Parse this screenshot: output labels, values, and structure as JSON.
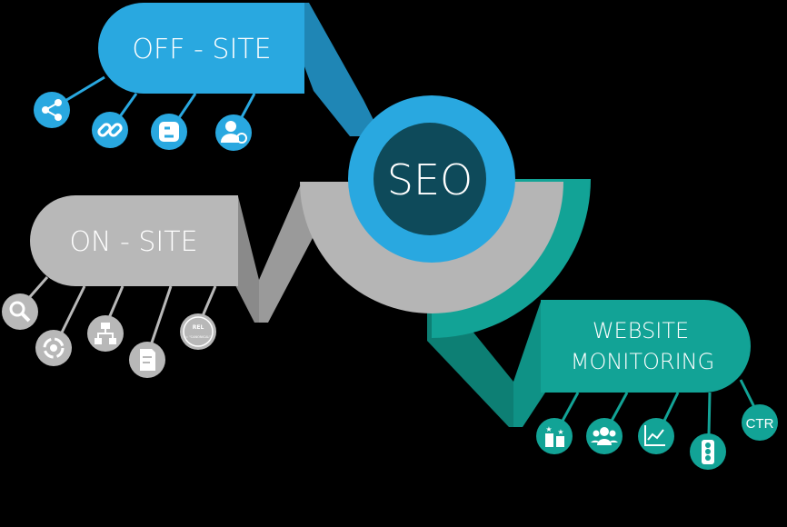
{
  "center": {
    "label": "SEO"
  },
  "off_site": {
    "label": "OFF - SITE",
    "icons": [
      "share-icon",
      "link-icon",
      "blogger-icon",
      "user-link-icon"
    ]
  },
  "on_site": {
    "label": "ON - SITE",
    "icons": [
      "search-icon",
      "gear-refresh-icon",
      "sitemap-icon",
      "document-icon",
      "rel-canonical-icon"
    ],
    "rel_text": "REL",
    "canonical_text": "= \"CANONICAL\""
  },
  "monitoring": {
    "line1": "WEBSITE",
    "line2": "MONITORING",
    "icons": [
      "ranking-icon",
      "users-icon",
      "line-chart-icon",
      "traffic-light-icon",
      "ctr-icon"
    ],
    "ctr_label": "CTR"
  },
  "colors": {
    "blue": "#29a8e0",
    "blue_dark": "#1f86b5",
    "seo": "#0e4a5a",
    "gray": "#b5b5b5",
    "gray_dark": "#8a8a8a",
    "teal": "#12a396",
    "teal_dark": "#0d7f74"
  }
}
